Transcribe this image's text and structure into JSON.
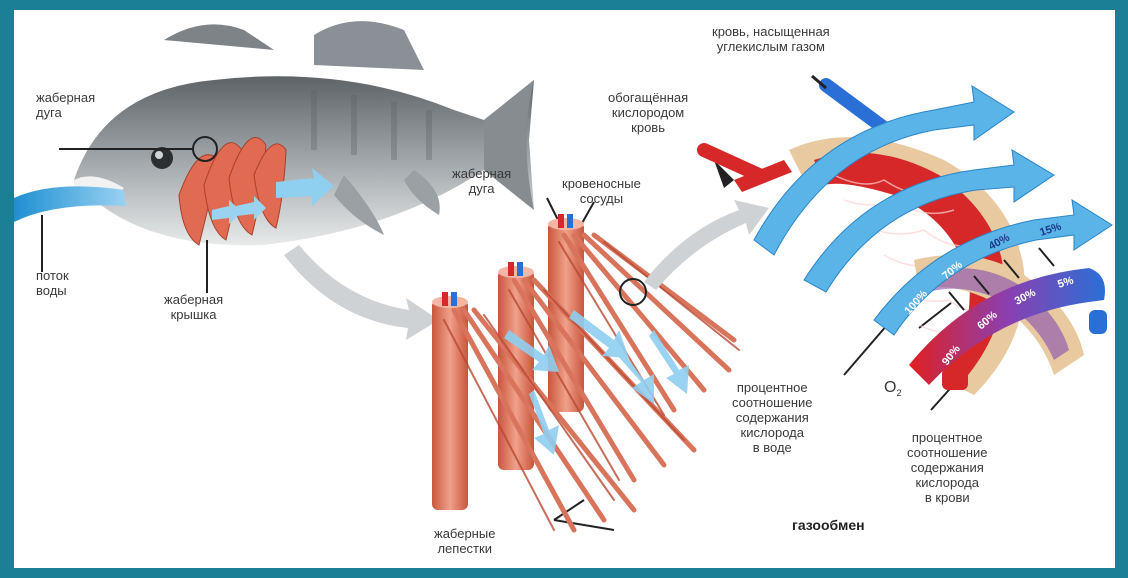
{
  "labels": {
    "gill_arch_fish": "жаберная\nдуга",
    "water_flow": "поток\nводы",
    "gill_cover": "жаберная\nкрышка",
    "gill_arch_detail": "жаберная\nдуга",
    "blood_vessels": "кровеносные\nсосуды",
    "gill_filaments": "жаберные\nлепестки",
    "co2_blood": "кровь, насыщенная\nуглекислым газом",
    "oxygen_blood": "обогащённая\nкислородом\nкровь",
    "water_oxygen_pct": "процентное\nсоотношение\nсодержания\nкислорода\nв воде",
    "blood_oxygen_pct": "процентное\nсоотношение\nсодержания\nкислорода\nв крови",
    "gas_exchange": "газообмен",
    "o2_main": "O",
    "o2_sub": "2"
  },
  "water_percentages": [
    "100%",
    "70%",
    "40%",
    "15%"
  ],
  "blood_percentages": [
    "90%",
    "60%",
    "30%",
    "5%"
  ],
  "colors": {
    "frame": "#1b7f96",
    "water": "#4aa3d8",
    "tissue": "#e07a5f",
    "blood_red": "#d62828",
    "blood_blue": "#2a6fd6"
  }
}
